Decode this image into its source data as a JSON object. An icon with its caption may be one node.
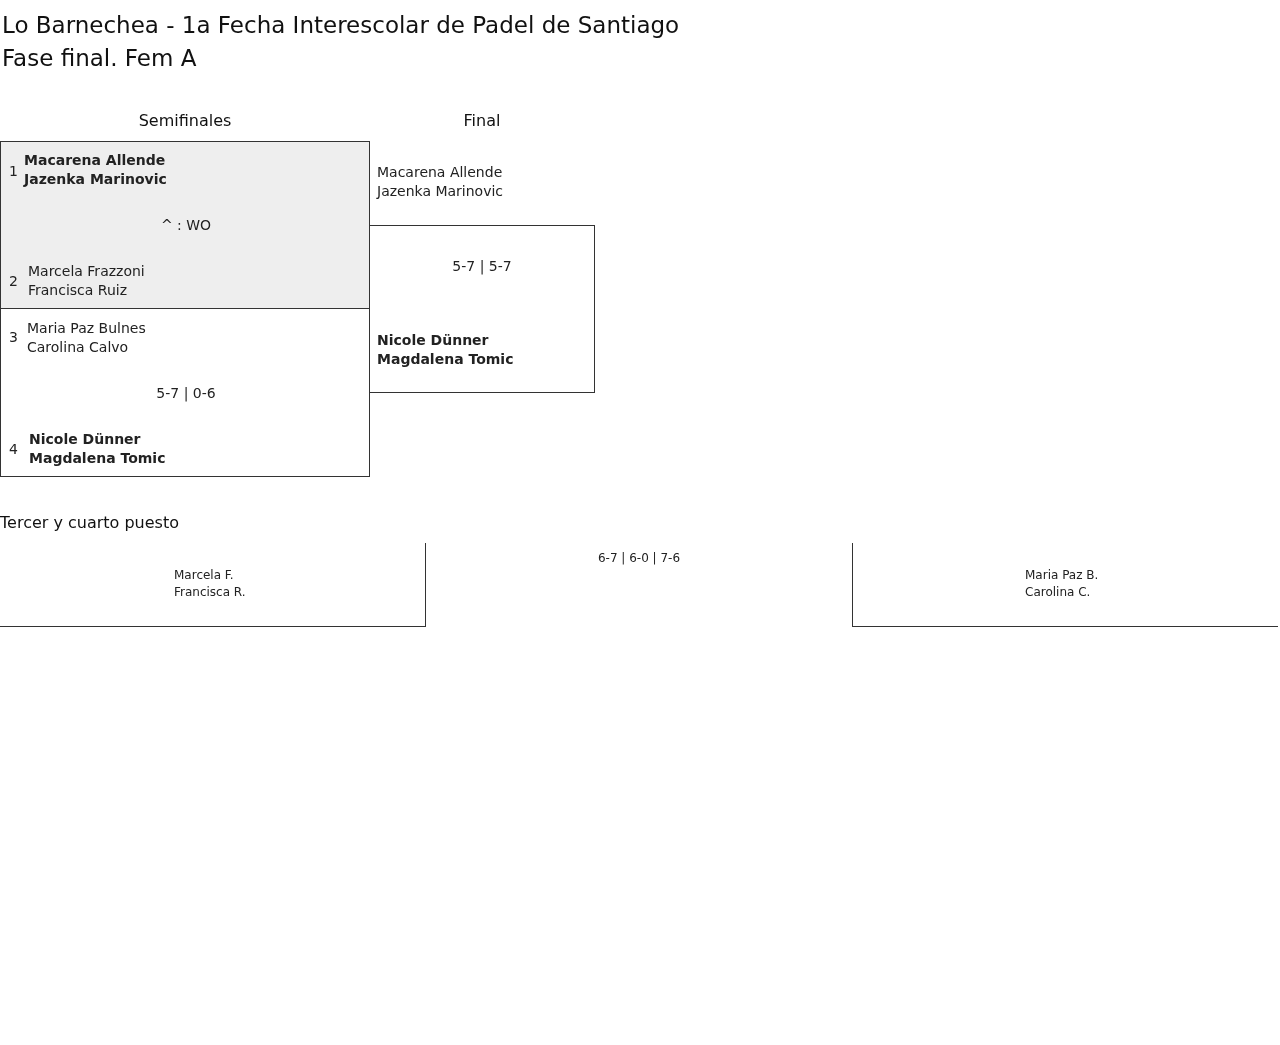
{
  "diagram": {
    "title": "Lo Barnechea - 1a Fecha Interescolar de Padel de Santiago",
    "nodes": [
      {
        "text": [
          "1",
          "Macarena Allende",
          "Jazenka Marinovic",
          "^ : WO",
          "2",
          "Marcela Frazzoni",
          "Francisca Ruiz"
        ]
      },
      {
        "text": [
          "3",
          "Maria Paz Bulnes",
          "Carolina Calvo",
          "5-7 | 0-6",
          "4",
          "Nicole Dünner",
          "Magdalena Tomic"
        ]
      },
      {
        "text": [
          "Macarena Allende",
          "Jazenka Marinovic",
          "5-7 | 5-7",
          "Nicole Dünner",
          "Magdalena Tomic"
        ]
      },
      {
        "text": [
          "Marcela F.",
          "Francisca R."
        ]
      },
      {
        "text": [
          "Maria Paz B.",
          "Carolina C."
        ]
      }
    ],
    "labels": [
      "Fase final. Fem A",
      "Semifinales",
      "Final",
      "Tercer y cuarto puesto",
      "6-7 | 6-0 | 7-6"
    ]
  }
}
